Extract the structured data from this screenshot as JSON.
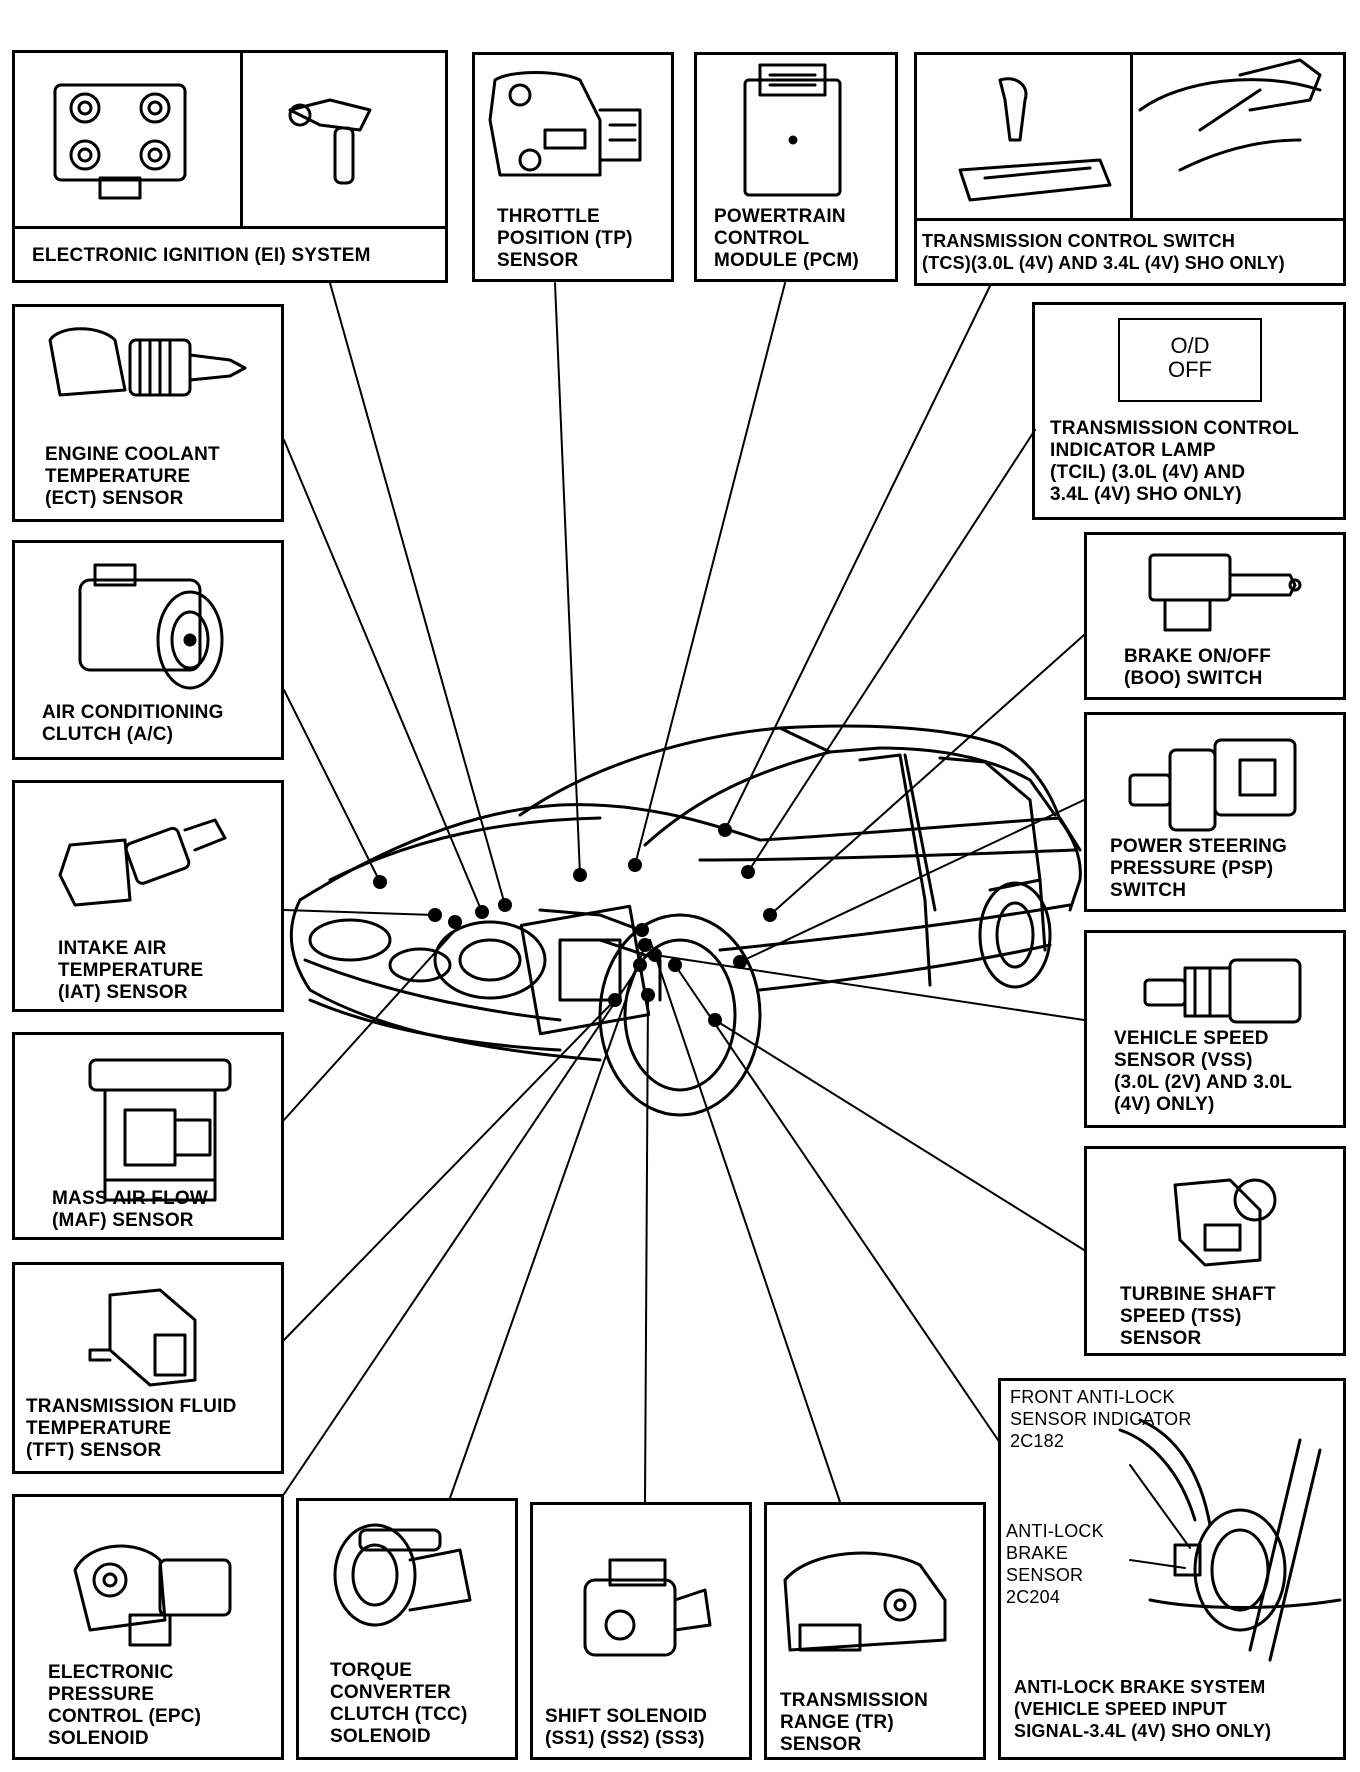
{
  "components": [
    {
      "key": "ei",
      "label": "ELECTRONIC IGNITION (EI) SYSTEM"
    },
    {
      "key": "tp",
      "label": "THROTTLE\nPOSITION (TP)\nSENSOR"
    },
    {
      "key": "pcm",
      "label": "POWERTRAIN\nCONTROL\nMODULE (PCM)"
    },
    {
      "key": "tcs",
      "label": "TRANSMISSION CONTROL SWITCH\n(TCS)(3.0L (4V) AND 3.4L (4V) SHO ONLY)"
    },
    {
      "key": "ect",
      "label": "ENGINE COOLANT\nTEMPERATURE\n(ECT) SENSOR"
    },
    {
      "key": "tcil",
      "label": "TRANSMISSION CONTROL\nINDICATOR LAMP\n(TCIL) (3.0L (4V) AND\n3.4L (4V) SHO ONLY)"
    },
    {
      "key": "ac",
      "label": "AIR CONDITIONING\nCLUTCH (A/C)"
    },
    {
      "key": "boo",
      "label": "BRAKE ON/OFF\n(BOO) SWITCH"
    },
    {
      "key": "iat",
      "label": "INTAKE AIR\nTEMPERATURE\n(IAT) SENSOR"
    },
    {
      "key": "psp",
      "label": "POWER STEERING\nPRESSURE (PSP)\nSWITCH"
    },
    {
      "key": "maf",
      "label": "MASS AIR FLOW\n(MAF) SENSOR"
    },
    {
      "key": "vss",
      "label": "VEHICLE SPEED\nSENSOR (VSS)\n(3.0L (2V) AND 3.0L\n(4V) ONLY)"
    },
    {
      "key": "tft",
      "label": "TRANSMISSION FLUID\nTEMPERATURE\n(TFT) SENSOR"
    },
    {
      "key": "tss",
      "label": "TURBINE SHAFT\nSPEED (TSS)\nSENSOR"
    },
    {
      "key": "epc",
      "label": "ELECTRONIC\nPRESSURE\nCONTROL (EPC)\nSOLENOID"
    },
    {
      "key": "tcc",
      "label": "TORQUE\nCONVERTER\nCLUTCH (TCC)\nSOLENOID"
    },
    {
      "key": "ss",
      "label": "SHIFT SOLENOID\n(SS1) (SS2) (SS3)"
    },
    {
      "key": "tr",
      "label": "TRANSMISSION\nRANGE (TR)\nSENSOR"
    },
    {
      "key": "abs",
      "label": "ANTI-LOCK BRAKE SYSTEM\n(VEHICLE SPEED INPUT\nSIGNAL-3.4L (4V) SHO ONLY)"
    }
  ],
  "lamp_text": "O/D\nOFF",
  "abs_callouts": {
    "front_indicator": "FRONT ANTI-LOCK\nSENSOR INDICATOR\n2C182",
    "brake_sensor": "ANTI-LOCK\nBRAKE\nSENSOR\n2C204"
  }
}
